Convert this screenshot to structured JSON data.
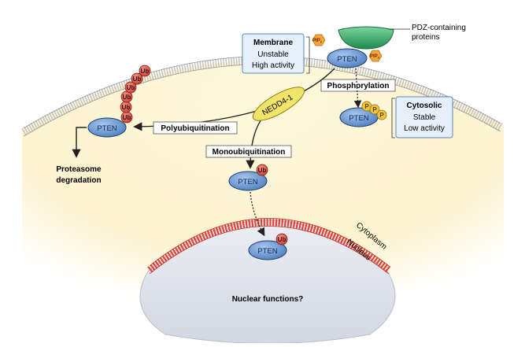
{
  "labels": {
    "pdz_line1": "PDZ-containing",
    "pdz_line2": "proteins",
    "membrane_title": "Membrane",
    "membrane_line2": "Unstable",
    "membrane_line3": "High activity",
    "cytosolic_title": "Cytosolic",
    "cytosolic_line2": "Stable",
    "cytosolic_line3": "Low activity",
    "phosphorylation": "Phosphorylation",
    "nedd4": "NEDD4-1",
    "polyubiquitination": "Polyubiquitination",
    "monoubiquitination": "Monoubiquitination",
    "proteasome_line1": "Proteasome",
    "proteasome_line2": "degradation",
    "cytoplasm": "Cytoplasm",
    "nucleus": "Nucleus",
    "nuclear_functions": "Nuclear functions?"
  },
  "molecules": {
    "pten": "PTEN",
    "ub": "Ub",
    "p": "P",
    "pip2": "PIP",
    "pip3": "PIP",
    "pip2_sub": "2",
    "pip3_sub": "3"
  },
  "colors": {
    "cytoplasm_fill": "#fdf5d6",
    "membrane_stripe": "#bfbfbf",
    "pten_fill": "#6f9fd8",
    "pten_stroke": "#1f3f6e",
    "ub_fill": "#e05a4a",
    "pdz_fill": "#3cb06a",
    "phospho_fill": "#f3c43a",
    "pip_fill": "#f3a43a",
    "nedd4_fill": "#f1e46a",
    "nuclear_envelope": "#e0443a",
    "nucleus_fill": "#dde1ea",
    "box_fill": "#e6f0fa",
    "box_stroke": "#5a86b8"
  }
}
